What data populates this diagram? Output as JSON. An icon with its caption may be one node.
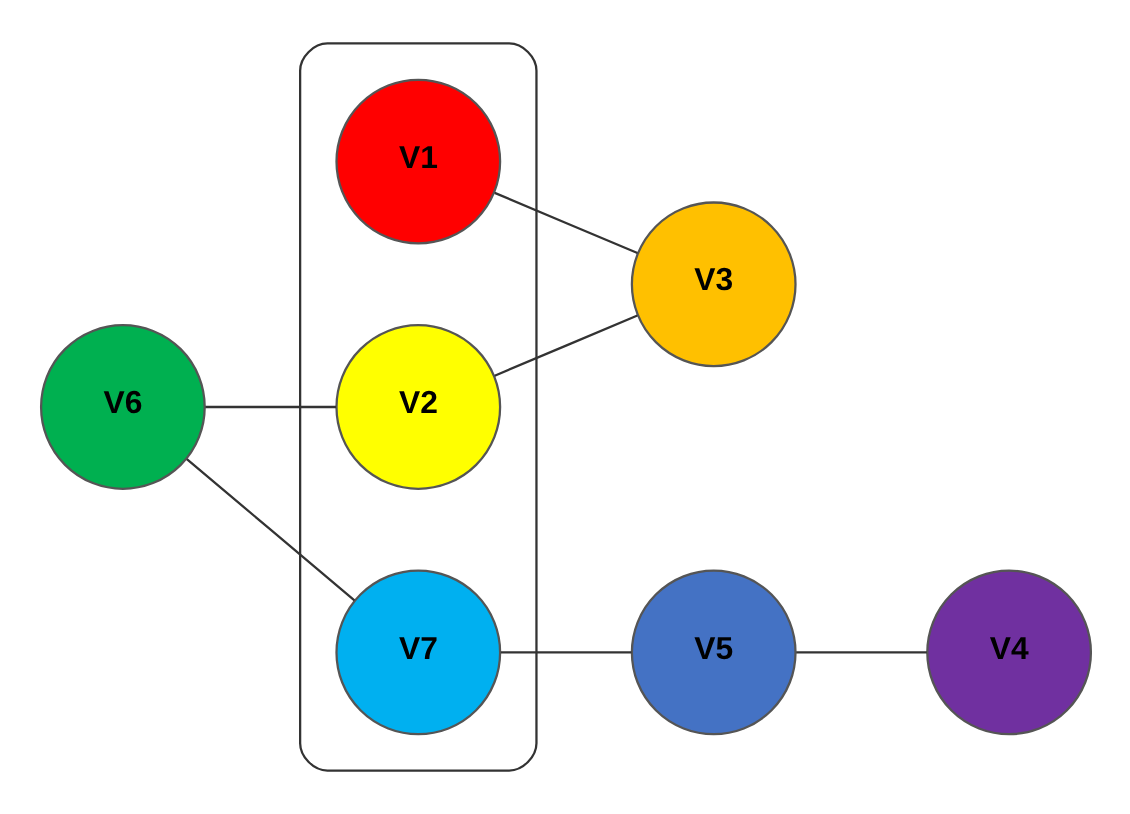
{
  "diagram": {
    "nodes": [
      {
        "text": [],
        "shape": "ellipse"
      },
      {
        "text": [
          "V1"
        ],
        "in": 0
      },
      {
        "text": [
          "V2"
        ],
        "in": 0
      },
      {
        "text": [
          "V3"
        ]
      },
      {
        "text": [
          "V6"
        ]
      },
      {
        "text": [
          "V7"
        ],
        "in": 0
      },
      {
        "text": [
          "V5"
        ]
      },
      {
        "text": [
          "V4"
        ]
      }
    ],
    "edges": [
      {
        "from": 1,
        "to": 3,
        "arrow": "none"
      },
      {
        "from": 2,
        "to": 3,
        "arrow": "none"
      },
      {
        "from": 2,
        "to": 4,
        "arrow": "none"
      },
      {
        "from": 4,
        "to": 5,
        "arrow": "none"
      },
      {
        "from": 5,
        "to": 6,
        "arrow": "none"
      },
      {
        "from": 6,
        "to": 7,
        "arrow": "none"
      }
    ]
  }
}
